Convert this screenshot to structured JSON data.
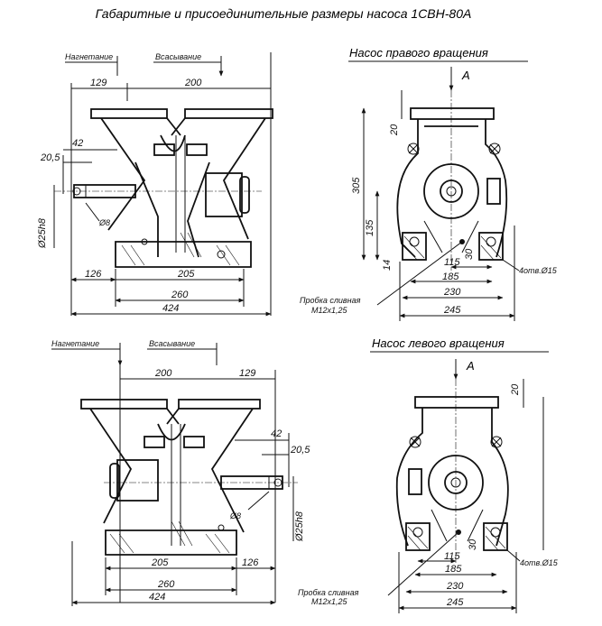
{
  "title": "Габаритные и присоединительные размеры насоса 1СВН-80А",
  "views": {
    "right_title": "Насос правого вращения",
    "left_title": "Насос левого вращения",
    "view_letter": "A"
  },
  "labels": {
    "discharge": "Нагнетание",
    "suction": "Всасывание",
    "drain_line1": "Пробка сливная",
    "drain_line2": "M12x1,25",
    "holes": "4отв.Ø15",
    "shaft": "Ø25h8",
    "key": "Ø8"
  },
  "dims_top_side": {
    "d129": "129",
    "d200": "200",
    "d42": "42",
    "d20_5": "20,5",
    "d126": "126",
    "d205": "205",
    "d260": "260",
    "d424": "424"
  },
  "dims_top_end": {
    "d305": "305",
    "d20": "20",
    "d135": "135",
    "d14": "14",
    "d30": "30",
    "d115": "115",
    "d185": "185",
    "d230": "230",
    "d245": "245"
  },
  "dims_bottom_side": {
    "d200": "200",
    "d129": "129",
    "d42": "42",
    "d20_5": "20,5",
    "d205": "205",
    "d126": "126",
    "d260": "260",
    "d424": "424"
  },
  "dims_bottom_end": {
    "d20": "20",
    "d30": "30",
    "d115": "115",
    "d185": "185",
    "d230": "230",
    "d245": "245"
  }
}
